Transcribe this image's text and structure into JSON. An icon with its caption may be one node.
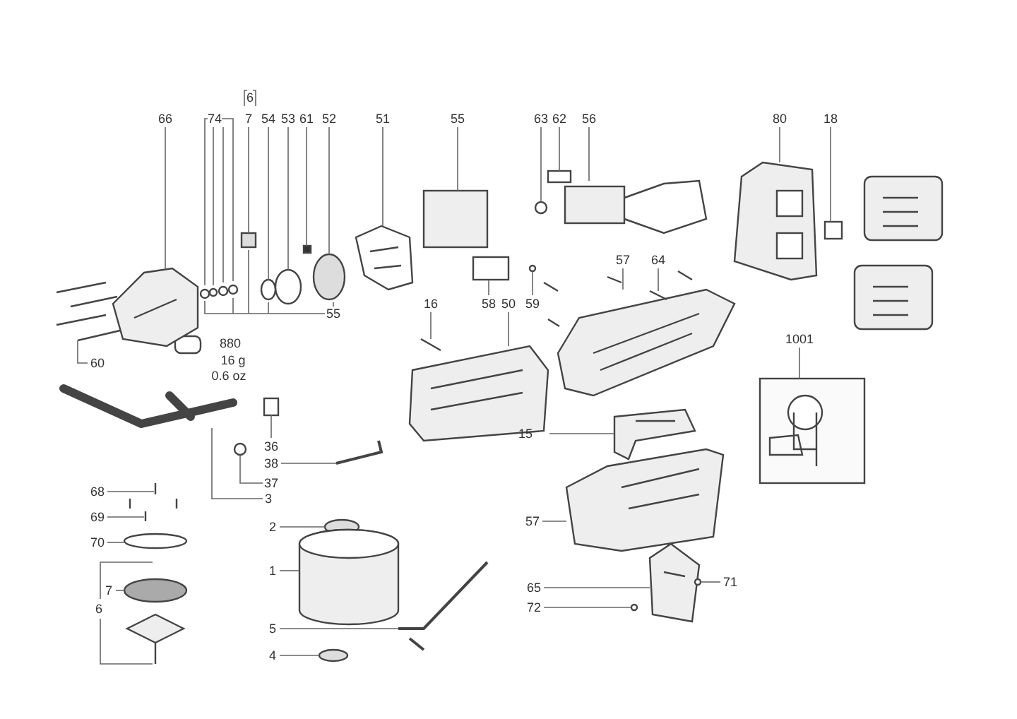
{
  "diagram": {
    "nodes": [
      {
        "text": [
          "66"
        ]
      },
      {
        "text": [
          "7"
        ]
      },
      {
        "text": [
          "54"
        ]
      },
      {
        "text": [
          "53"
        ]
      },
      {
        "text": [
          "61"
        ]
      },
      {
        "text": [
          "52"
        ]
      },
      {
        "text": [
          "51"
        ]
      },
      {
        "text": [
          "55"
        ]
      },
      {
        "text": [
          "63"
        ]
      },
      {
        "text": [
          "62"
        ]
      },
      {
        "text": [
          "56"
        ]
      },
      {
        "text": [
          "80"
        ]
      },
      {
        "text": [
          "18"
        ]
      },
      {
        "text": [
          "57"
        ]
      },
      {
        "text": [
          "64"
        ]
      },
      {
        "text": [
          "16"
        ]
      },
      {
        "text": [
          "58"
        ]
      },
      {
        "text": [
          "50"
        ]
      },
      {
        "text": [
          "59"
        ]
      },
      {
        "text": [
          "60"
        ]
      },
      {
        "text": [
          "1001"
        ]
      },
      {
        "text": [
          "36"
        ]
      },
      {
        "text": [
          "38"
        ]
      },
      {
        "text": [
          "37"
        ]
      },
      {
        "text": [
          "3"
        ]
      },
      {
        "text": [
          "15"
        ]
      },
      {
        "text": [
          "68"
        ]
      },
      {
        "text": [
          "69"
        ]
      },
      {
        "text": [
          "70"
        ]
      },
      {
        "text": [
          "2"
        ]
      },
      {
        "text": [
          "57"
        ]
      },
      {
        "text": [
          "1"
        ]
      },
      {
        "text": [
          "7"
        ]
      },
      {
        "text": [
          "65"
        ]
      },
      {
        "text": [
          "71"
        ]
      },
      {
        "text": [
          "5"
        ]
      },
      {
        "text": [
          "72"
        ]
      },
      {
        "text": [
          "4"
        ]
      },
      {
        "text": [],
        "shape": "picture"
      },
      {
        "text": [],
        "shape": "box"
      },
      {
        "text": [],
        "shape": "circle"
      },
      {
        "text": [],
        "shape": "circle"
      },
      {
        "text": [],
        "shape": "box"
      },
      {
        "text": [],
        "shape": "circle"
      },
      {
        "text": [],
        "shape": "picture"
      },
      {
        "text": [],
        "shape": "box"
      },
      {
        "text": [],
        "shape": "circle"
      },
      {
        "text": [],
        "shape": "box"
      },
      {
        "text": [],
        "shape": "picture"
      },
      {
        "text": [],
        "shape": "picture"
      },
      {
        "text": [],
        "shape": "box"
      },
      {
        "text": [],
        "shape": "picture"
      },
      {
        "text": [],
        "shape": "picture"
      },
      {
        "text": [],
        "shape": "picture"
      },
      {
        "text": [],
        "shape": "box"
      },
      {
        "text": [],
        "shape": "picture"
      },
      {
        "text": [],
        "shape": "circle"
      },
      {
        "text": [],
        "shape": "picture"
      },
      {
        "text": [],
        "shape": "picture"
      },
      {
        "text": [],
        "shape": "box"
      },
      {
        "text": [],
        "shape": "picture"
      },
      {
        "text": [],
        "shape": "circle"
      },
      {
        "text": [],
        "shape": "picture"
      },
      {
        "text": [],
        "shape": "picture"
      },
      {
        "text": [],
        "shape": "picture"
      },
      {
        "text": [],
        "shape": "picture"
      },
      {
        "text": [],
        "shape": "circle"
      },
      {
        "text": [],
        "shape": "circle"
      },
      {
        "text": [],
        "shape": "picture"
      },
      {
        "text": [],
        "shape": "picture"
      },
      {
        "text": [],
        "shape": "circle"
      },
      {
        "text": [],
        "shape": "picture"
      },
      {
        "text": [],
        "shape": "circle"
      },
      {
        "text": [],
        "shape": "picture"
      },
      {
        "text": [],
        "shape": "circle"
      },
      {
        "text": [],
        "shape": "circle"
      }
    ],
    "edges": [
      {
        "from": 0,
        "to": 38,
        "arrow": "none"
      },
      {
        "from": 1,
        "to": 39,
        "arrow": "none"
      },
      {
        "from": 2,
        "to": 40,
        "arrow": "none"
      },
      {
        "from": 3,
        "to": 41,
        "arrow": "none"
      },
      {
        "from": 4,
        "to": 42,
        "arrow": "none"
      },
      {
        "from": 5,
        "to": 43,
        "arrow": "none"
      },
      {
        "from": 6,
        "to": 44,
        "arrow": "none"
      },
      {
        "from": 7,
        "to": 45,
        "arrow": "none"
      },
      {
        "from": 8,
        "to": 46,
        "arrow": "none"
      },
      {
        "from": 9,
        "to": 47,
        "arrow": "none"
      },
      {
        "from": 10,
        "to": 48,
        "arrow": "none"
      },
      {
        "from": 11,
        "to": 49,
        "arrow": "none"
      },
      {
        "from": 12,
        "to": 50,
        "arrow": "none"
      },
      {
        "from": 13,
        "to": 51,
        "arrow": "none"
      },
      {
        "from": 14,
        "to": 52,
        "arrow": "none"
      },
      {
        "from": 15,
        "to": 53,
        "arrow": "none"
      },
      {
        "from": 16,
        "to": 54,
        "arrow": "none"
      },
      {
        "from": 17,
        "to": 55,
        "arrow": "none"
      },
      {
        "from": 18,
        "to": 56,
        "arrow": "none"
      },
      {
        "from": 19,
        "to": 57,
        "arrow": "none"
      },
      {
        "from": 20,
        "to": 58,
        "arrow": "none"
      },
      {
        "from": 21,
        "to": 59,
        "arrow": "none"
      },
      {
        "from": 22,
        "to": 60,
        "arrow": "none"
      },
      {
        "from": 23,
        "to": 61,
        "arrow": "none"
      },
      {
        "from": 24,
        "to": 62,
        "arrow": "none"
      },
      {
        "from": 25,
        "to": 63,
        "arrow": "none"
      },
      {
        "from": 26,
        "to": 64,
        "arrow": "none"
      },
      {
        "from": 27,
        "to": 65,
        "arrow": "none"
      },
      {
        "from": 28,
        "to": 66,
        "arrow": "none"
      },
      {
        "from": 29,
        "to": 67,
        "arrow": "none"
      },
      {
        "from": 30,
        "to": 68,
        "arrow": "none"
      },
      {
        "from": 31,
        "to": 69,
        "arrow": "none"
      },
      {
        "from": 32,
        "to": 70,
        "arrow": "none"
      },
      {
        "from": 33,
        "to": 71,
        "arrow": "none"
      },
      {
        "from": 34,
        "to": 72,
        "arrow": "none"
      },
      {
        "from": 35,
        "to": 73,
        "arrow": "none"
      },
      {
        "from": 36,
        "to": 74,
        "arrow": "none"
      },
      {
        "from": 37,
        "to": 75,
        "arrow": "none"
      }
    ],
    "labels": [
      "6",
      "74",
      "880",
      "16 g",
      "0.6 oz",
      "55",
      "6"
    ]
  }
}
